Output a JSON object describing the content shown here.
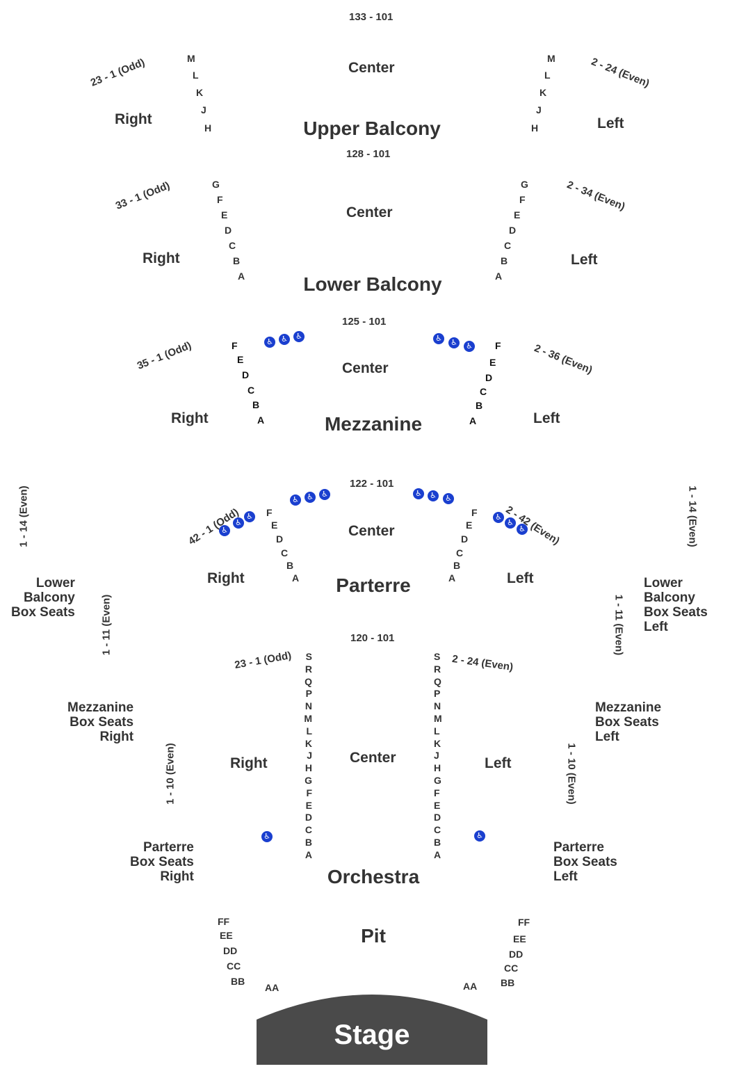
{
  "sections": {
    "upper_balcony": "Upper Balcony",
    "lower_balcony": "Lower Balcony",
    "mezzanine": "Mezzanine",
    "parterre": "Parterre",
    "orchestra": "Orchestra",
    "pit": "Pit",
    "stage": "Stage"
  },
  "labels": {
    "center": "Center",
    "right": "Right",
    "left": "Left"
  },
  "seat_ranges": {
    "upper_center": "133 - 101",
    "upper_right": "23 - 1 (Odd)",
    "upper_left": "2 - 24 (Even)",
    "lower_center": "128 - 101",
    "lower_right": "33 - 1 (Odd)",
    "lower_left": "2 - 34 (Even)",
    "mezz_center": "125 - 101",
    "mezz_right": "35 - 1 (Odd)",
    "mezz_left": "2 - 36 (Even)",
    "parterre_center": "122 - 101",
    "parterre_right": "42 - 1 (Odd)",
    "parterre_left": "2 - 42 (Even)",
    "orch_center": "120 - 101",
    "orch_right": "23 - 1 (Odd)",
    "orch_left": "2 - 24 (Even)",
    "lbbox_right": "1 - 14 (Even)",
    "lbbox_left": "1 - 14 (Even)",
    "mzbox_right": "1 - 11 (Even)",
    "mzbox_left": "1 - 11 (Even)",
    "ptbox_right": "1 - 10 (Even)",
    "ptbox_left": "1 - 10 (Even)"
  },
  "box_seats": {
    "lower_right": "Lower\nBalcony\nBox Seats",
    "lower_left": "Lower\nBalcony\nBox Seats\nLeft",
    "mezz_right": "Mezzanine\nBox Seats\nRight",
    "mezz_left": "Mezzanine\nBox Seats\nLeft",
    "parterre_right": "Parterre\nBox Seats\nRight",
    "parterre_left": "Parterre\nBox Seats\nLeft"
  },
  "rows": {
    "upper": [
      "M",
      "L",
      "K",
      "J",
      "H"
    ],
    "lower": [
      "G",
      "F",
      "E",
      "D",
      "C",
      "B",
      "A"
    ],
    "mezz": [
      "F",
      "E",
      "D",
      "C",
      "B",
      "A"
    ],
    "parterre": [
      "F",
      "E",
      "D",
      "C",
      "B",
      "A"
    ],
    "orchestra": [
      "S",
      "R",
      "Q",
      "P",
      "N",
      "M",
      "L",
      "K",
      "J",
      "H",
      "G",
      "F",
      "E",
      "D",
      "C",
      "B",
      "A"
    ],
    "pit": [
      "FF",
      "EE",
      "DD",
      "CC",
      "BB",
      "AA"
    ]
  },
  "icons": {
    "accessible": "wheelchair-icon"
  },
  "colors": {
    "text": "#333333",
    "stage": "#4a4a4a",
    "accessible": "#1a3fcf",
    "background": "#ffffff"
  }
}
